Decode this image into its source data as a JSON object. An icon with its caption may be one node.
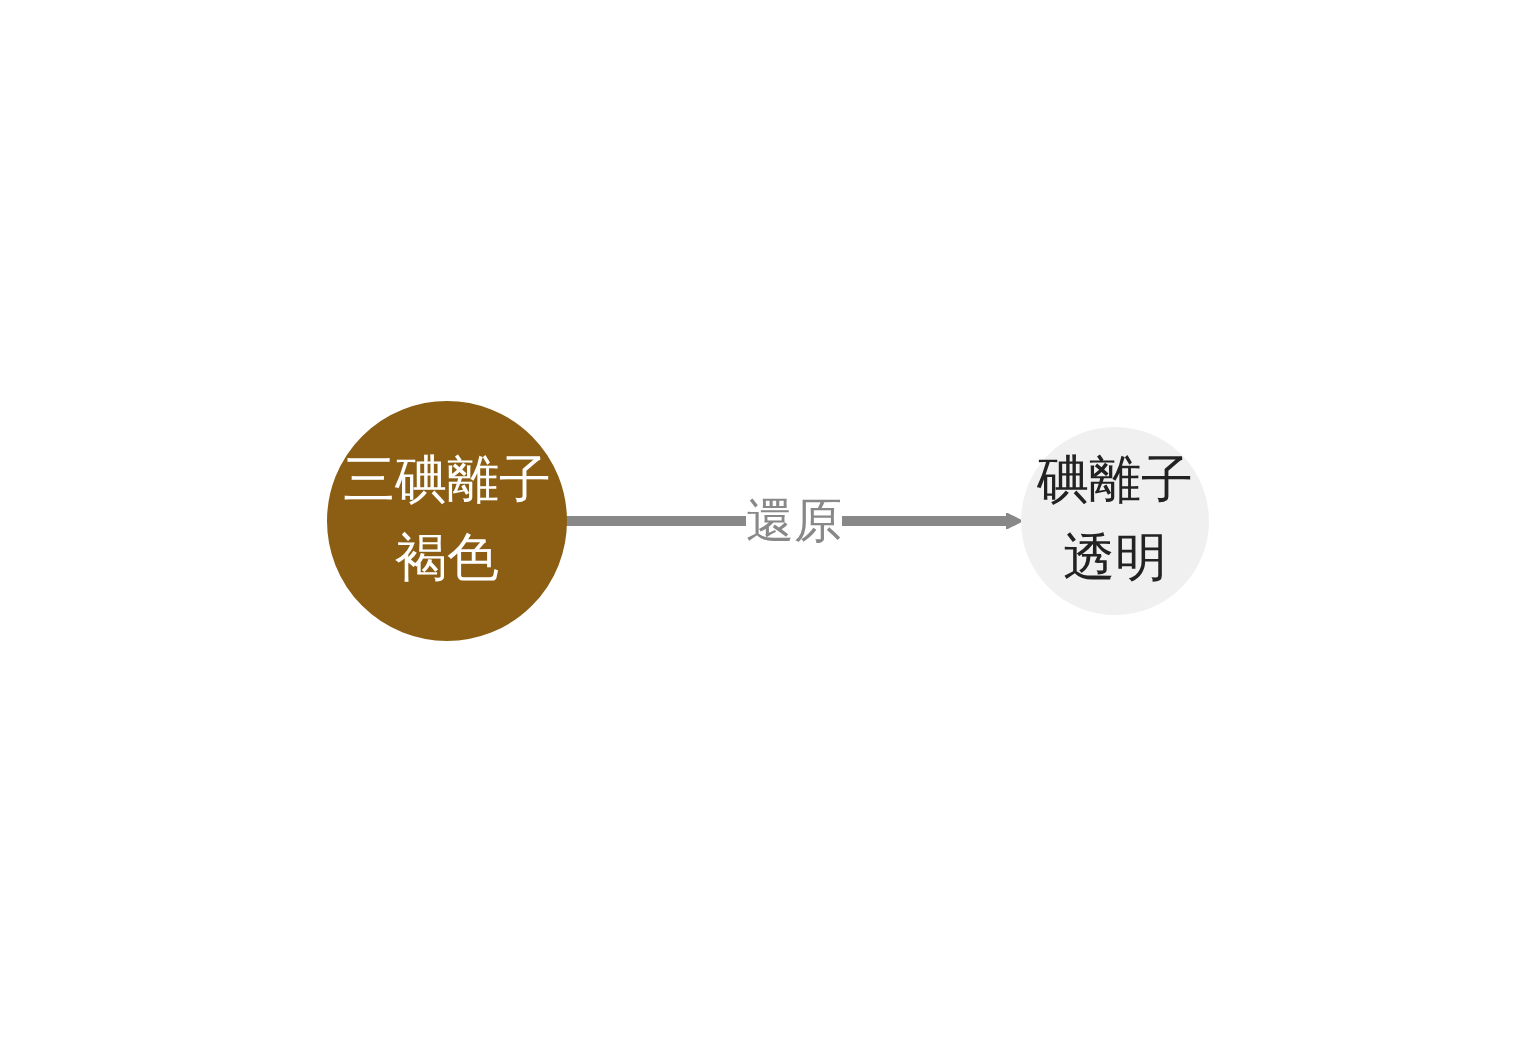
{
  "diagram": {
    "nodes": [
      {
        "text": [
          "三碘離子",
          "褐色"
        ]
      },
      {
        "text": [
          "碘離子",
          "透明"
        ]
      }
    ],
    "edges": [
      {
        "from": 0,
        "to": 1,
        "label": "還原",
        "arrow": "to"
      }
    ]
  }
}
